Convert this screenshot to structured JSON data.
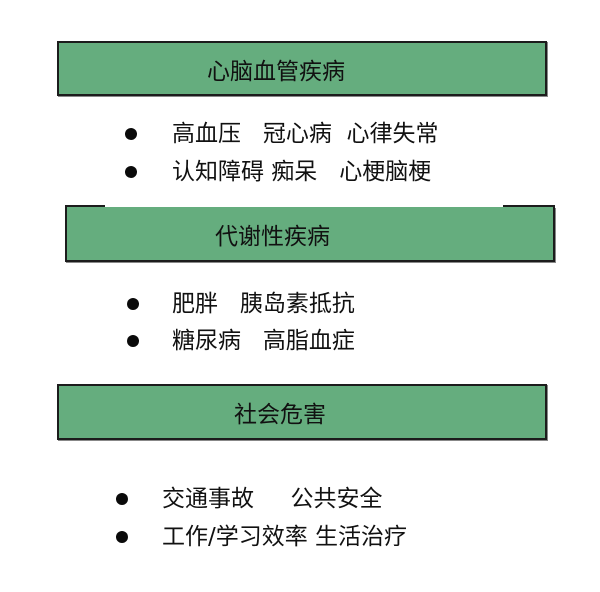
{
  "sections": [
    {
      "title": "心脑血管疾病",
      "items": [
        "高血压   冠心病  心律失常",
        "认知障碍 痴呆   心梗脑梗"
      ]
    },
    {
      "title": "代谢性疾病",
      "items": [
        "肥胖   胰岛素抵抗",
        "糖尿病   高脂血症"
      ]
    },
    {
      "title": "社会危害",
      "items": [
        "交通事故     公共安全",
        "工作/学习效率 生活治疗"
      ]
    }
  ],
  "colors": {
    "header_fill": "#65ad7e",
    "border": "#1c1c1c",
    "text": "#111111"
  }
}
